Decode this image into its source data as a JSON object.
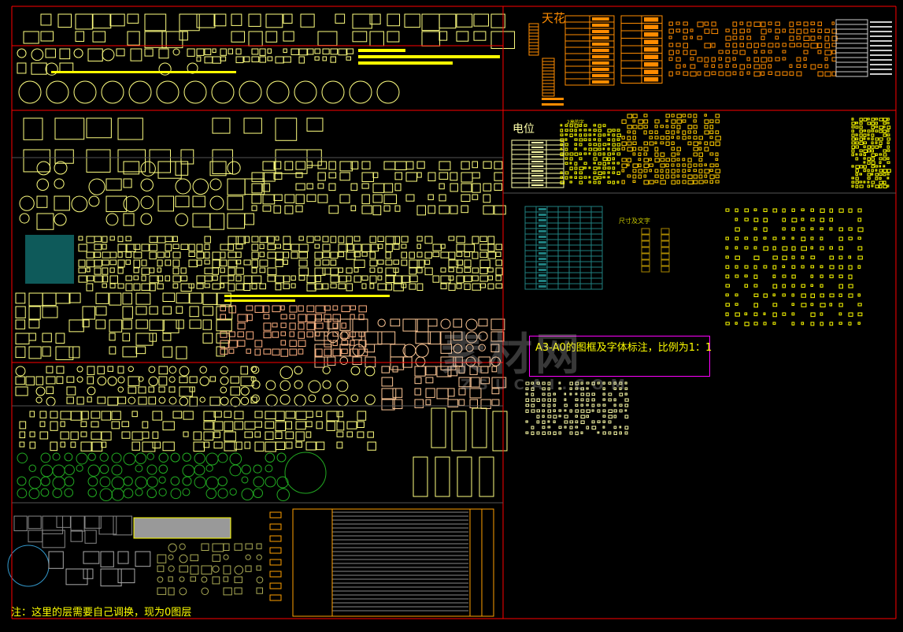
{
  "drawing": {
    "ceiling_title": "天花",
    "outlet_title": "电位",
    "small_text_title": "2高的字",
    "dims_title": "尺寸及文字",
    "frame_note": "A3-A0的图框及字体标注，比例为1：1",
    "layer_note": "注：这里的层需要自己调换，现为0图层",
    "watermark": "素材网",
    "watermark_url": "ZSUCAI.COM"
  },
  "colors": {
    "background": "#000000",
    "frame_lines": "#ff0000",
    "divider_lines": "#555555",
    "furniture_blocks": "#ffff80",
    "ceiling_symbols": "#ff8c00",
    "highlight_box": "#ff00ff",
    "plants": "#22aa22",
    "sanitary": "#ffc896"
  }
}
